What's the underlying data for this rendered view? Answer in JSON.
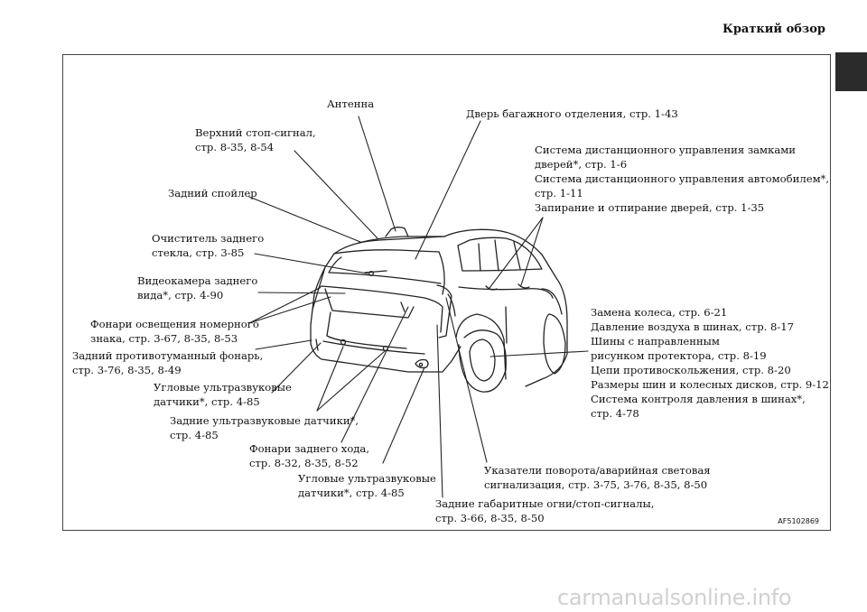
{
  "header": {
    "title": "Краткий обзор"
  },
  "reference_code": "AF5102869",
  "watermark": "carmanualsonline.info",
  "callouts": {
    "antenna": {
      "lines": [
        "Антенна"
      ]
    },
    "tailgate": {
      "lines": [
        "Дверь багажного отделения, стр. 1-43"
      ]
    },
    "brake_light": {
      "lines": [
        "Верхний стоп-сигнал,",
        "стр. 8-35, 8-54"
      ]
    },
    "keyless": {
      "lines": [
        "Система дистанционного управления замками",
        "дверей*, стр. 1-6",
        "Система дистанционного управления автомобилем*,",
        "стр. 1-11",
        "Запирание и отпирание дверей, стр. 1-35"
      ]
    },
    "spoiler": {
      "lines": [
        "Задний спойлер"
      ]
    },
    "wiper": {
      "lines": [
        "Очиститель заднего",
        "стекла, стр. 3-85"
      ]
    },
    "camera": {
      "lines": [
        "Видеокамера заднего",
        "вида*, стр. 4-90"
      ]
    },
    "plate_lights": {
      "lines": [
        "Фонари освещения номерного",
        "знака, стр. 3-67, 8-35, 8-53"
      ]
    },
    "fog_lamp": {
      "lines": [
        "Задний противотуманный фонарь,",
        "стр. 3-76, 8-35, 8-49"
      ]
    },
    "tires": {
      "lines": [
        "Замена колеса, стр. 6-21",
        "Давление воздуха в шинах, стр. 8-17",
        "Шины с направленным",
        "рисунком протектора, стр. 8-19",
        "Цепи противоскольжения, стр. 8-20",
        "Размеры шин и колесных дисков, стр. 9-12",
        "Система контроля давления в шинах*,",
        "стр. 4-78"
      ]
    },
    "corner_sensors_left": {
      "lines": [
        "Угловые ультразвуковые",
        "датчики*, стр. 4-85"
      ]
    },
    "rear_sensors": {
      "lines": [
        "Задние ультразвуковые датчики*,",
        "стр. 4-85"
      ]
    },
    "reverse_lights": {
      "lines": [
        "Фонари заднего хода,",
        "стр. 8-32, 8-35, 8-52"
      ]
    },
    "corner_sensors_right": {
      "lines": [
        "Угловые ультразвуковые",
        "датчики*, стр. 4-85"
      ]
    },
    "turn_signals": {
      "lines": [
        "Указатели поворота/аварийная световая",
        "сигнализация, стр. 3-75, 3-76, 8-35, 8-50"
      ]
    },
    "tail_lights": {
      "lines": [
        "Задние габаритные огни/стоп-сигналы,",
        "стр. 3-66, 8-35, 8-50"
      ]
    }
  }
}
